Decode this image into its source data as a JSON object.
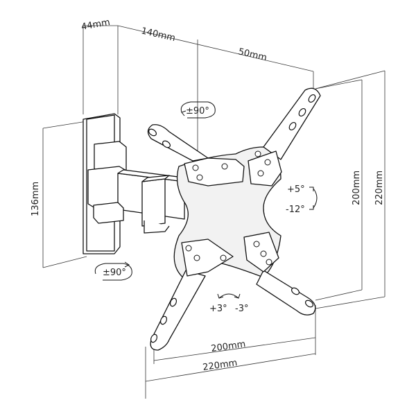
{
  "dimensions": {
    "depth_min": "44mm",
    "arm_extension": "140mm",
    "offset": "50mm",
    "plate_height": "136mm",
    "vesa_vertical_inner": "200mm",
    "vesa_vertical_outer": "220mm",
    "vesa_horizontal_inner": "200mm",
    "vesa_horizontal_outer": "220mm"
  },
  "rotations": {
    "swivel_arm": "±90°",
    "swivel_wall": "±90°",
    "tilt_up": "+5°",
    "tilt_down": "-12°",
    "level_plus": "+3°",
    "level_minus": "-3°"
  }
}
